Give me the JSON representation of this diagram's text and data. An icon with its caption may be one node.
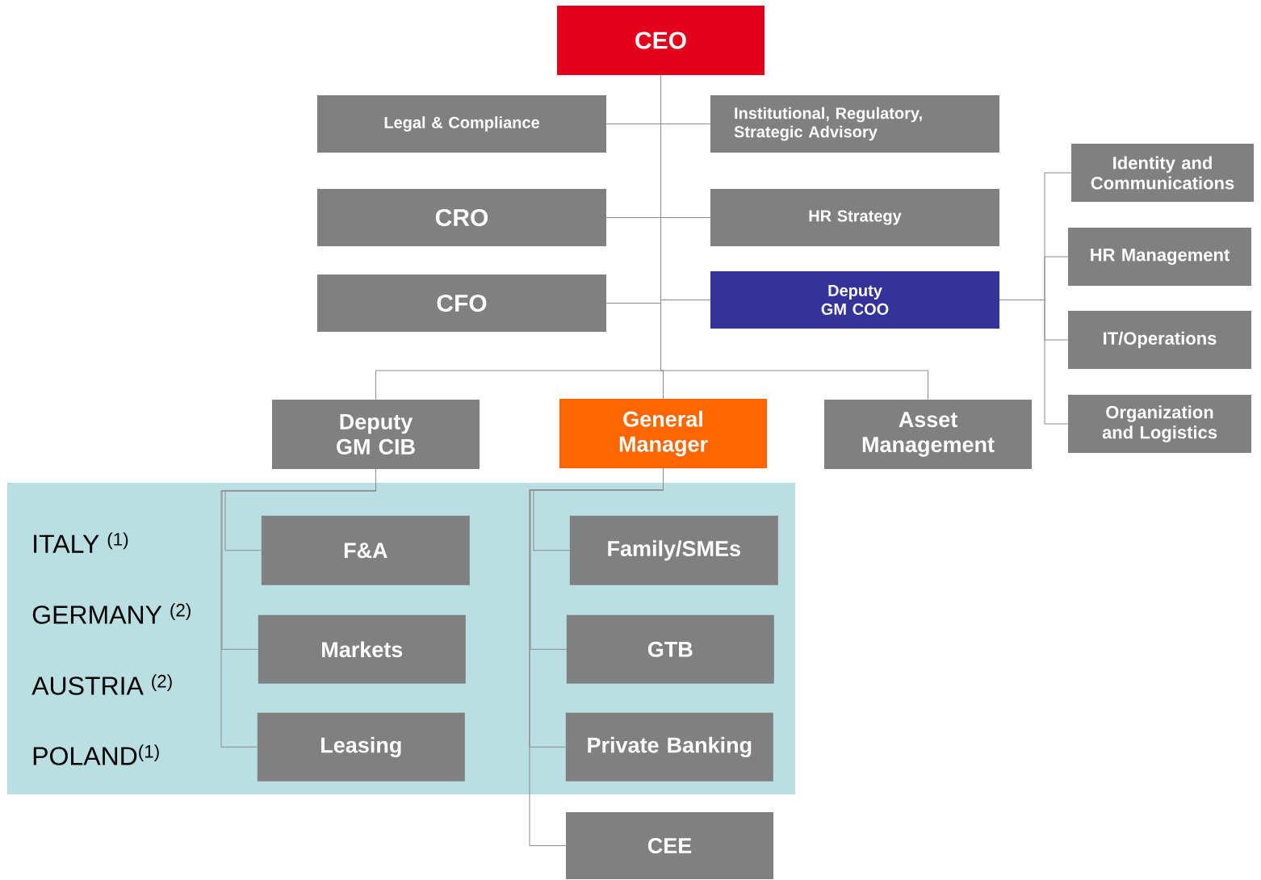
{
  "diagram": {
    "nodes": [
      {
        "text": [
          "CEO"
        ]
      },
      {
        "text": [
          "Legal & Compliance"
        ]
      },
      {
        "text": [
          "Institutional, Regulatory, Strategic Advisory"
        ]
      },
      {
        "text": [
          "CRO"
        ]
      },
      {
        "text": [
          "HR Strategy"
        ]
      },
      {
        "text": [
          "CFO"
        ]
      },
      {
        "text": [
          "Deputy GM COO"
        ]
      },
      {
        "text": [
          "Identity and Communications"
        ]
      },
      {
        "text": [
          "HR Management"
        ]
      },
      {
        "text": [
          "IT/Operations"
        ]
      },
      {
        "text": [
          "Organization and Logistics"
        ]
      },
      {
        "text": [
          "Deputy GM CIB"
        ]
      },
      {
        "text": [
          "General Manager"
        ]
      },
      {
        "text": [
          "Asset Management"
        ]
      },
      {
        "text": [
          "ITALY $^{(1)}$",
          "GERMANY $^{(2)}$",
          "AUSTRIA $^{(2)}$",
          "POLAND$^{(1)}$"
        ]
      },
      {
        "text": [
          "F&A"
        ],
        "in": 14
      },
      {
        "text": [
          "Markets"
        ],
        "in": 14
      },
      {
        "text": [
          "Leasing"
        ],
        "in": 14
      },
      {
        "text": [
          "Family/SMEs"
        ],
        "in": 14
      },
      {
        "text": [
          "GTB"
        ],
        "in": 14
      },
      {
        "text": [
          "Private Banking"
        ],
        "in": 14
      },
      {
        "text": [
          "CEE"
        ]
      }
    ],
    "edges": [
      {
        "from": 0,
        "to": 1,
        "arrow": "none"
      },
      {
        "from": 0,
        "to": 2,
        "arrow": "none"
      },
      {
        "from": 0,
        "to": 3,
        "arrow": "none"
      },
      {
        "from": 0,
        "to": 4,
        "arrow": "none"
      },
      {
        "from": 0,
        "to": 5,
        "arrow": "none"
      },
      {
        "from": 0,
        "to": 6,
        "arrow": "none"
      },
      {
        "from": 0,
        "to": 11,
        "arrow": "none"
      },
      {
        "from": 0,
        "to": 12,
        "arrow": "none"
      },
      {
        "from": 0,
        "to": 13,
        "arrow": "none"
      },
      {
        "from": 6,
        "to": 7,
        "arrow": "none"
      },
      {
        "from": 6,
        "to": 8,
        "arrow": "none"
      },
      {
        "from": 6,
        "to": 9,
        "arrow": "none"
      },
      {
        "from": 6,
        "to": 10,
        "arrow": "none"
      },
      {
        "from": 11,
        "to": 15,
        "arrow": "none"
      },
      {
        "from": 11,
        "to": 16,
        "arrow": "none"
      },
      {
        "from": 11,
        "to": 17,
        "arrow": "none"
      },
      {
        "from": 12,
        "to": 18,
        "arrow": "none"
      },
      {
        "from": 12,
        "to": 19,
        "arrow": "none"
      },
      {
        "from": 12,
        "to": 20,
        "arrow": "none"
      },
      {
        "from": 12,
        "to": 21,
        "arrow": "none"
      }
    ]
  }
}
